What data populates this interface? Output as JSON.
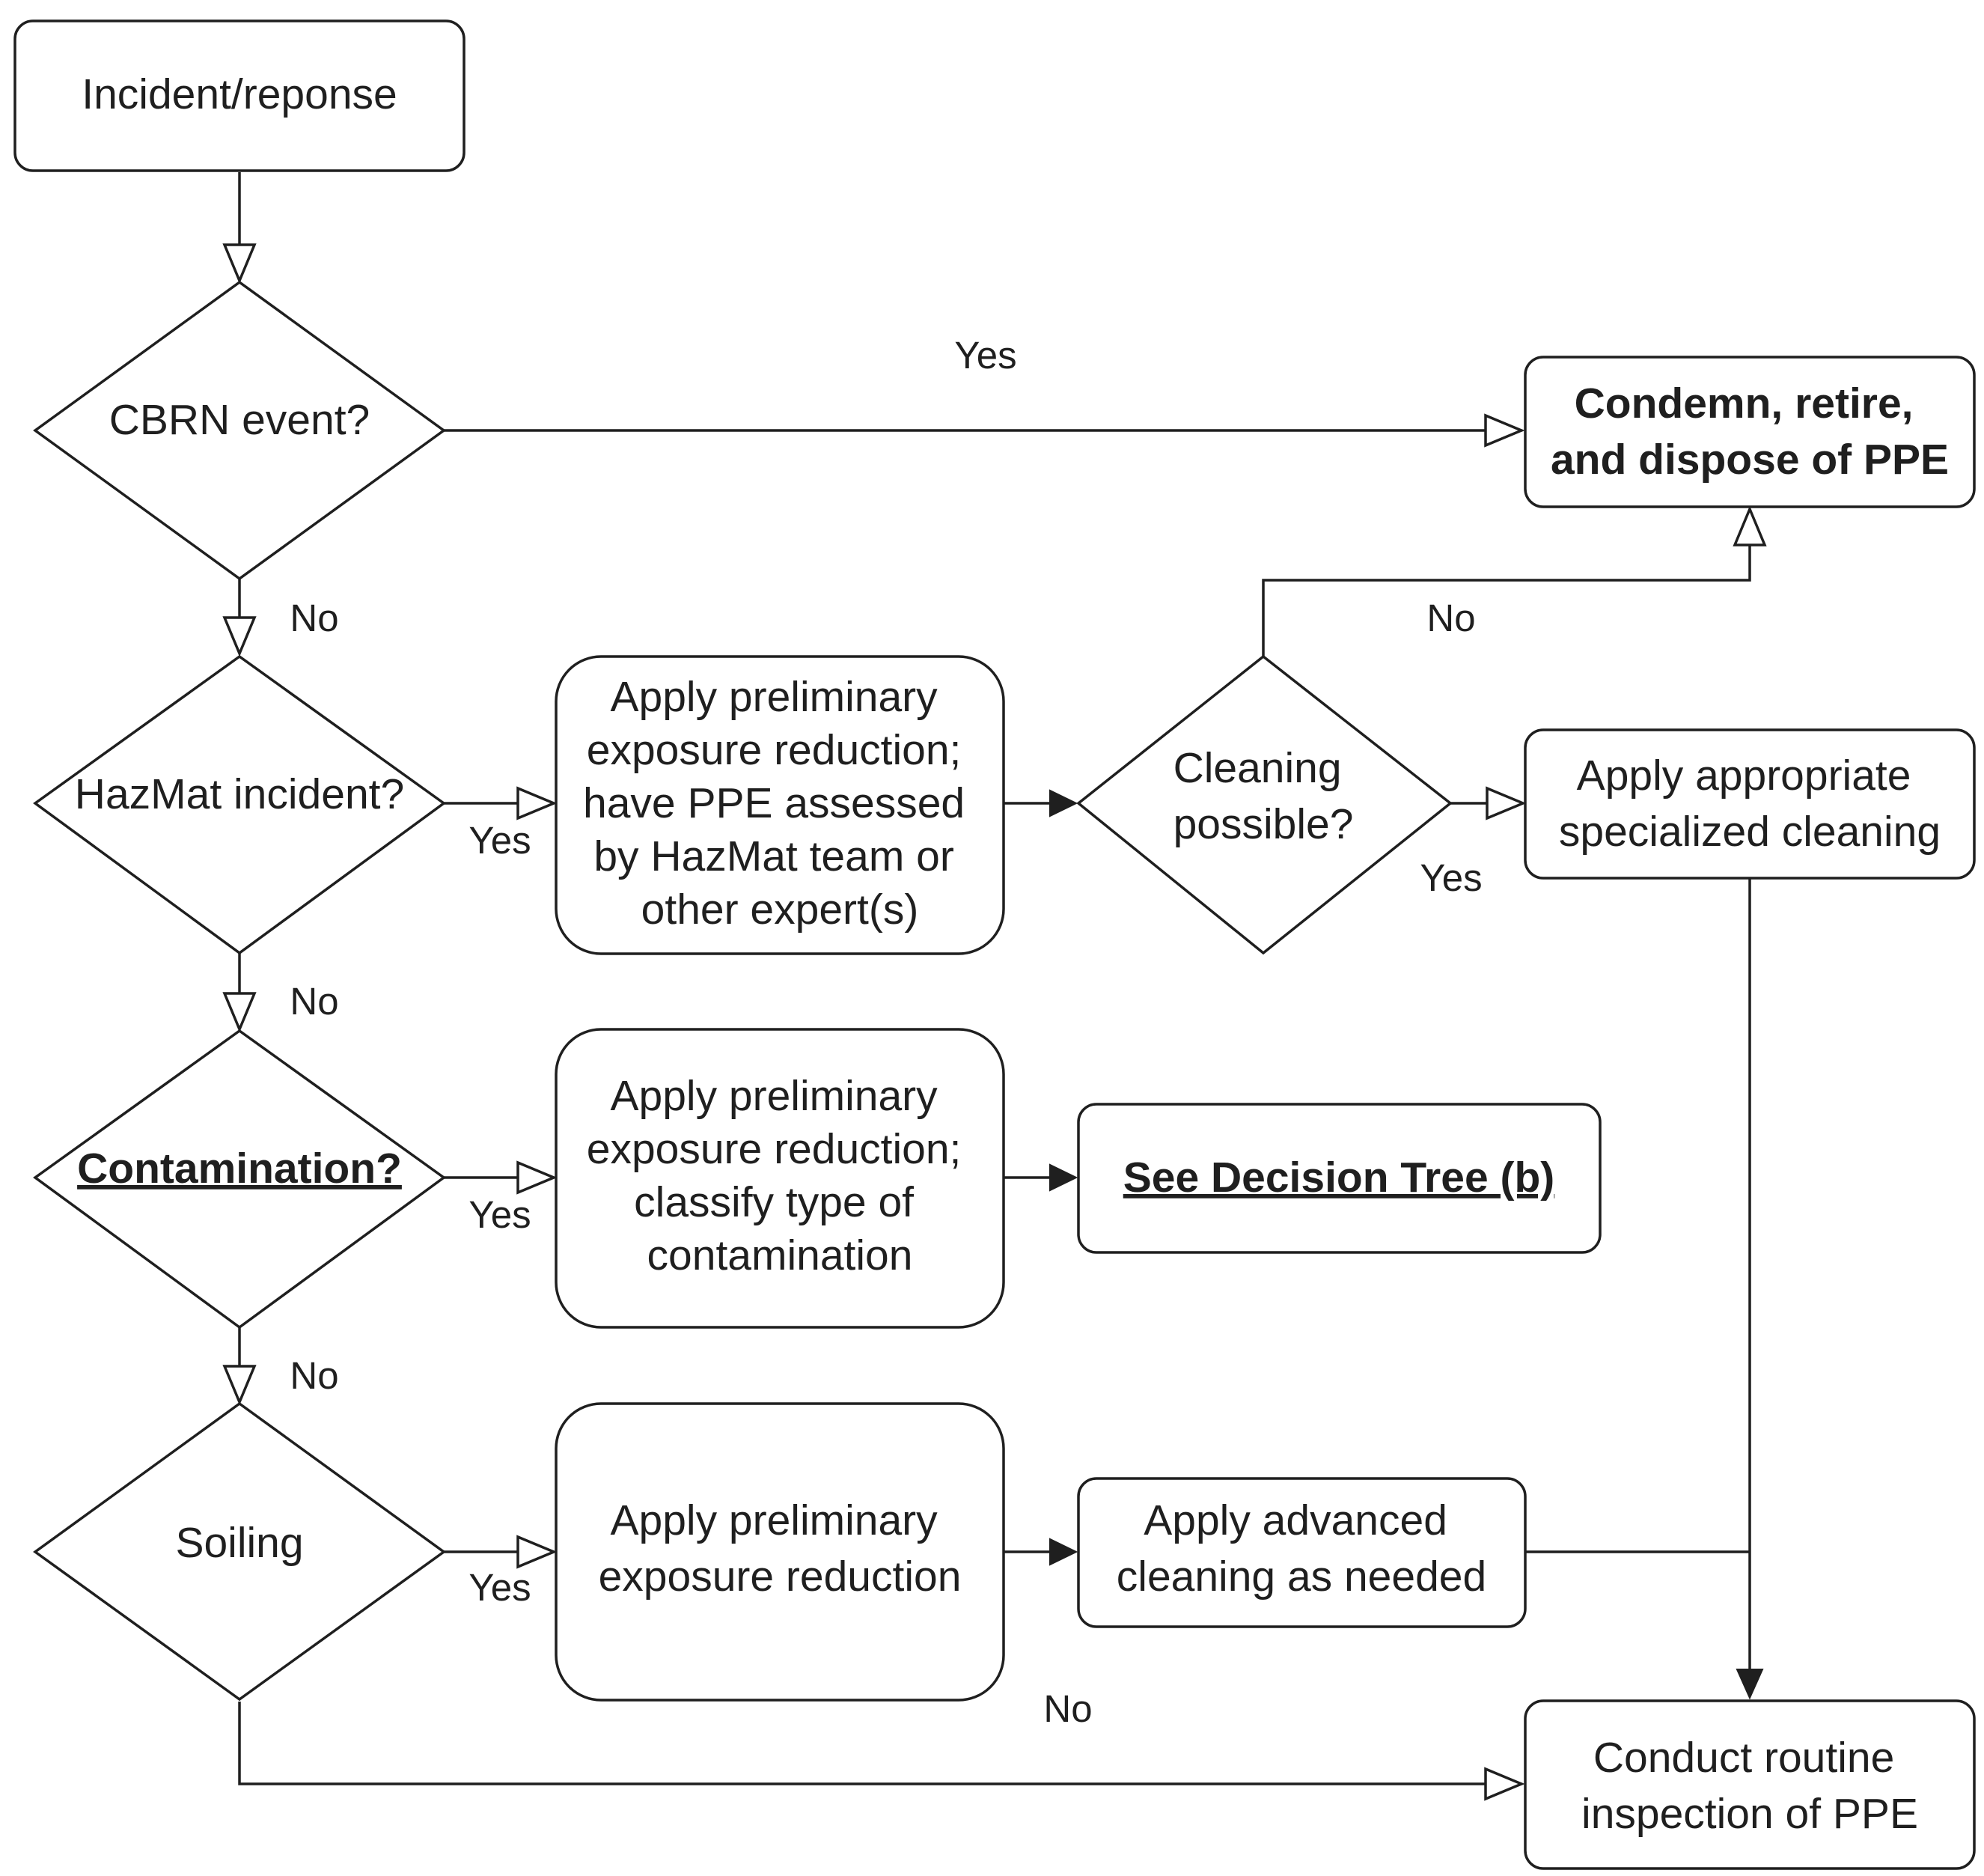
{
  "nodes": {
    "incident": [
      "Incident/reponse"
    ],
    "cbrn": [
      "CBRN event?"
    ],
    "condemn": [
      "Condemn, retire,",
      "and dispose of PPE"
    ],
    "hazmat": [
      "HazMat incident?"
    ],
    "prelim_hazmat": [
      "Apply preliminary",
      "exposure reduction;",
      "have PPE assessed",
      "by HazMat team or",
      "other expert(s)"
    ],
    "cleaning_possible": [
      "Cleaning",
      "possible?"
    ],
    "specialized_cleaning": [
      "Apply appropriate",
      "specialized cleaning"
    ],
    "contamination": [
      "Contamination?"
    ],
    "prelim_contam": [
      "Apply preliminary",
      "exposure reduction;",
      "classify type of",
      "contamination"
    ],
    "decision_tree": [
      "See Decision Tree (b)"
    ],
    "soiling": [
      "Soiling"
    ],
    "prelim_soiling": [
      "Apply preliminary",
      "exposure reduction"
    ],
    "advanced_cleaning": [
      "Apply advanced",
      "cleaning as needed"
    ],
    "routine_inspection": [
      "Conduct routine",
      "inspection of PPE"
    ]
  },
  "edge_labels": {
    "cbrn_yes": "Yes",
    "cbrn_no": "No",
    "hazmat_yes": "Yes",
    "hazmat_no": "No",
    "cleaning_no": "No",
    "cleaning_yes": "Yes",
    "contam_yes": "Yes",
    "contam_no": "No",
    "soiling_yes": "Yes",
    "soiling_no": "No"
  }
}
